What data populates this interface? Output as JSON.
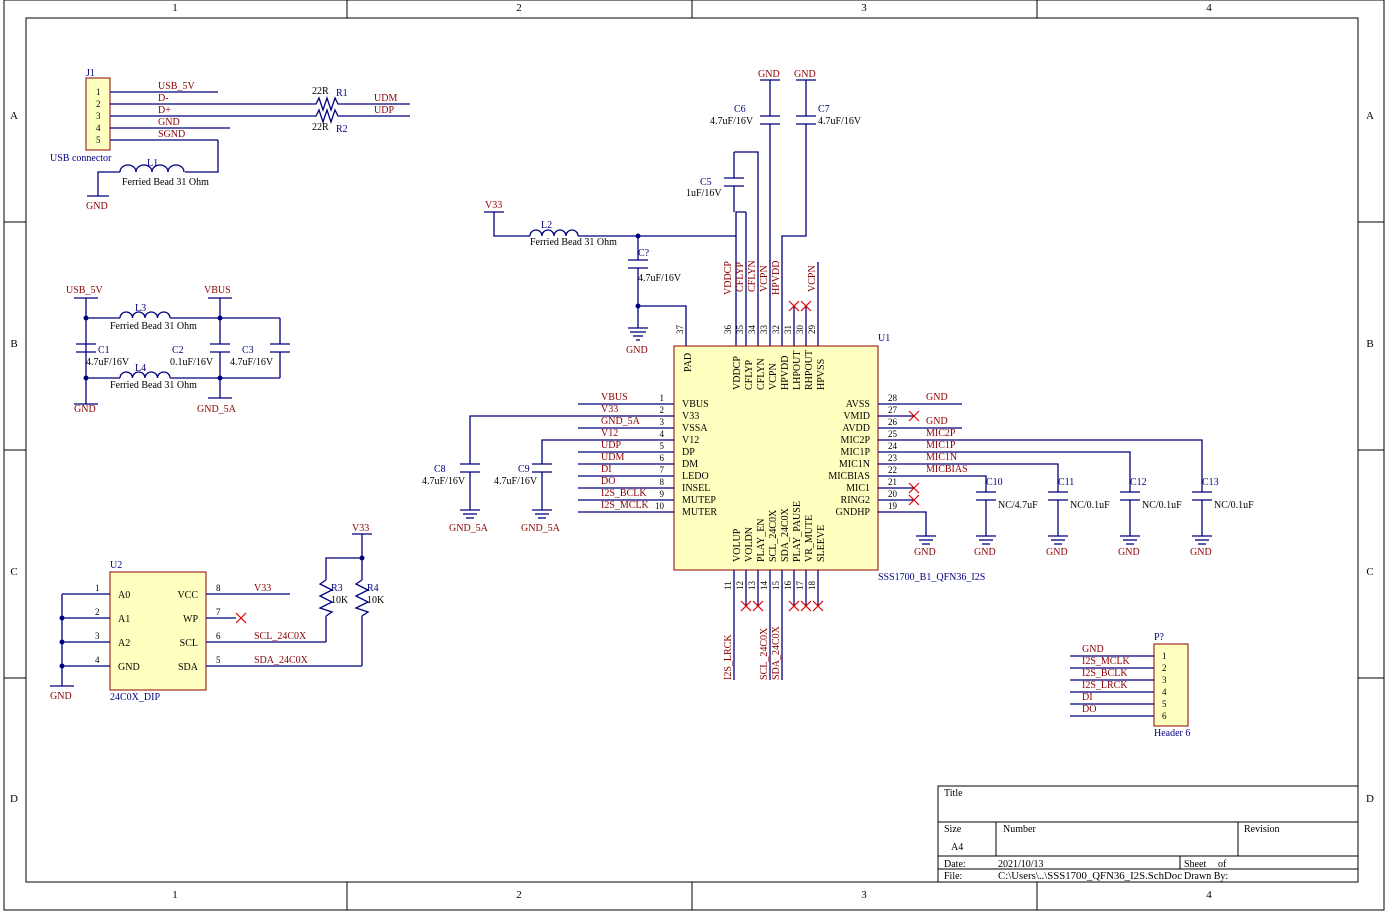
{
  "border": {
    "columns": [
      "1",
      "2",
      "3",
      "4"
    ],
    "rows": [
      "A",
      "B",
      "C",
      "D"
    ]
  },
  "title_block": {
    "title_label": "Title",
    "size_label": "Size",
    "size_value": "A4",
    "number_label": "Number",
    "revision_label": "Revision",
    "date_label": "Date:",
    "date_value": "2021/10/13",
    "sheet_label": "Sheet",
    "of_label": "of",
    "file_label": "File:",
    "file_value": "C:\\Users\\..\\SSS1700_QFN36_I2S.SchDoc",
    "drawn_by_label": "Drawn By:"
  },
  "j1": {
    "designator": "J1",
    "comment": "USB connector",
    "pins": [
      "1",
      "2",
      "3",
      "4",
      "5"
    ],
    "nets": [
      "USB_5V",
      "D-",
      "D+",
      "GND",
      "SGND"
    ]
  },
  "r1": {
    "designator": "R1",
    "value": "22R"
  },
  "r2": {
    "designator": "R2",
    "value": "22R"
  },
  "nets": {
    "udm": "UDM",
    "udp": "UDP",
    "gnd": "GND",
    "v33": "V33",
    "usb5v": "USB_5V",
    "vbus": "VBUS",
    "gnd5a": "GND_5A",
    "vcpn": "VCPN"
  },
  "inductors": {
    "l1": {
      "designator": "L1",
      "value": "Ferried Bead 31 Ohm"
    },
    "l2": {
      "designator": "L2",
      "value": "Ferried Bead 31 Ohm"
    },
    "l3": {
      "designator": "L3",
      "value": "Ferried Bead 31 Ohm"
    },
    "l4": {
      "designator": "L4",
      "value": "Ferried Bead 31 Ohm"
    }
  },
  "capacitors": {
    "c1": {
      "designator": "C1",
      "value": "4.7uF/16V"
    },
    "c2": {
      "designator": "C2",
      "value": "0.1uF/16V"
    },
    "c3": {
      "designator": "C3",
      "value": "4.7uF/16V"
    },
    "c5": {
      "designator": "C5",
      "value": "1uF/16V"
    },
    "c6": {
      "designator": "C6",
      "value": "4.7uF/16V"
    },
    "c7": {
      "designator": "C7",
      "value": "4.7uF/16V"
    },
    "cq": {
      "designator": "C?",
      "value": "4.7uF/16V"
    },
    "c8": {
      "designator": "C8",
      "value": "4.7uF/16V"
    },
    "c9": {
      "designator": "C9",
      "value": "4.7uF/16V"
    },
    "c10": {
      "designator": "C10",
      "value": "NC/4.7uF"
    },
    "c11": {
      "designator": "C11",
      "value": "NC/0.1uF"
    },
    "c12": {
      "designator": "C12",
      "value": "NC/0.1uF"
    },
    "c13": {
      "designator": "C13",
      "value": "NC/0.1uF"
    }
  },
  "u1": {
    "designator": "U1",
    "comment": "SSS1700_B1_QFN36_I2S",
    "pad_label": "PAD",
    "pad_pin": "37",
    "left_pins": [
      {
        "num": "1",
        "name": "VBUS",
        "net": "VBUS"
      },
      {
        "num": "2",
        "name": "V33",
        "net": "V33"
      },
      {
        "num": "3",
        "name": "VSSA",
        "net": "GND_5A"
      },
      {
        "num": "4",
        "name": "V12",
        "net": "V12"
      },
      {
        "num": "5",
        "name": "DP",
        "net": "UDP"
      },
      {
        "num": "6",
        "name": "DM",
        "net": "UDM"
      },
      {
        "num": "7",
        "name": "LEDO",
        "net": "DI"
      },
      {
        "num": "8",
        "name": "INSEL",
        "net": "DO"
      },
      {
        "num": "9",
        "name": "MUTEP",
        "net": "I2S_BCLK"
      },
      {
        "num": "10",
        "name": "MUTER",
        "net": "I2S_MCLK"
      }
    ],
    "right_pins": [
      {
        "num": "28",
        "name": "AVSS",
        "net": "GND"
      },
      {
        "num": "27",
        "name": "VMID",
        "net": ""
      },
      {
        "num": "26",
        "name": "AVDD",
        "net": "GND"
      },
      {
        "num": "25",
        "name": "MIC2P",
        "net": "MIC2P"
      },
      {
        "num": "24",
        "name": "MIC1P",
        "net": "MIC1P"
      },
      {
        "num": "23",
        "name": "MIC1N",
        "net": "MIC1N"
      },
      {
        "num": "22",
        "name": "MICBIAS",
        "net": "MICBIAS"
      },
      {
        "num": "21",
        "name": "MIC1",
        "net": ""
      },
      {
        "num": "20",
        "name": "RING2",
        "net": ""
      },
      {
        "num": "19",
        "name": "GNDHP",
        "net": ""
      }
    ],
    "top_pins": [
      {
        "num": "36",
        "name": "VDDCP",
        "net": "VDDCP"
      },
      {
        "num": "35",
        "name": "CFLYP",
        "net": "CFLYP"
      },
      {
        "num": "34",
        "name": "CFLYN",
        "net": "CFLYN"
      },
      {
        "num": "33",
        "name": "VCPN",
        "net": "VCPN"
      },
      {
        "num": "32",
        "name": "HPVDD",
        "net": "HPVDD"
      },
      {
        "num": "31",
        "name": "LHPOUT",
        "net": ""
      },
      {
        "num": "30",
        "name": "RHPOUT",
        "net": ""
      },
      {
        "num": "29",
        "name": "HPVSS",
        "net": "VCPN"
      }
    ],
    "bottom_pins": [
      {
        "num": "11",
        "name": "VOLUP",
        "net": "I2S_LRCK"
      },
      {
        "num": "12",
        "name": "VOLDN",
        "net": ""
      },
      {
        "num": "13",
        "name": "PLAY_EN",
        "net": ""
      },
      {
        "num": "14",
        "name": "SCL_24C0X",
        "net": "SCL_24C0X"
      },
      {
        "num": "15",
        "name": "SDA_24C0X",
        "net": "SDA_24C0X"
      },
      {
        "num": "16",
        "name": "PLAY_PAUSE",
        "net": ""
      },
      {
        "num": "17",
        "name": "VR_MUTE",
        "net": ""
      },
      {
        "num": "18",
        "name": "SLEEVE",
        "net": ""
      }
    ]
  },
  "u2": {
    "designator": "U2",
    "comment": "24C0X_DIP",
    "left_pins": [
      {
        "num": "1",
        "name": "A0"
      },
      {
        "num": "2",
        "name": "A1"
      },
      {
        "num": "3",
        "name": "A2"
      },
      {
        "num": "4",
        "name": "GND"
      }
    ],
    "right_pins": [
      {
        "num": "8",
        "name": "VCC",
        "net": "V33"
      },
      {
        "num": "7",
        "name": "WP",
        "net": ""
      },
      {
        "num": "6",
        "name": "SCL",
        "net": "SCL_24C0X"
      },
      {
        "num": "5",
        "name": "SDA",
        "net": "SDA_24C0X"
      }
    ]
  },
  "r3": {
    "designator": "R3",
    "value": "10K"
  },
  "r4": {
    "designator": "R4",
    "value": "10K"
  },
  "p1": {
    "designator": "P?",
    "comment": "Header 6",
    "pins": [
      "1",
      "2",
      "3",
      "4",
      "5",
      "6"
    ],
    "nets": [
      "GND",
      "I2S_MCLK",
      "I2S_BCLK",
      "I2S_LRCK",
      "DI",
      "DO"
    ]
  }
}
